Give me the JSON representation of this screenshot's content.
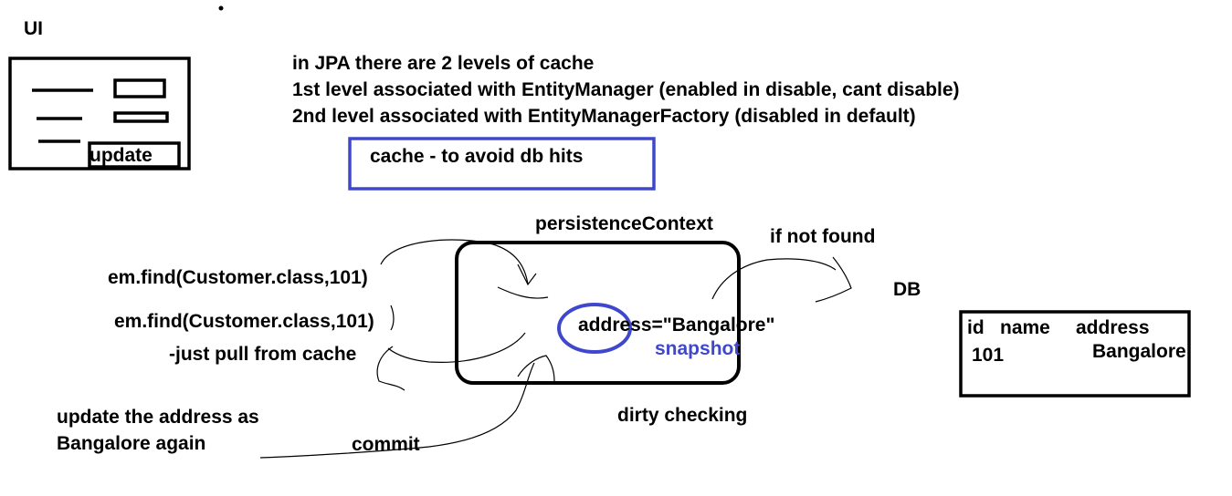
{
  "ui_mock": {
    "title": "UI",
    "update_button": "update"
  },
  "notes": {
    "line1": "in JPA there are 2 levels of cache",
    "line2": "1st level associated with EntityManager (enabled in disable, cant disable)",
    "line3": "2nd level associated with EntityManagerFactory (disabled in default)"
  },
  "cache_box": {
    "text": "cache - to avoid db hits"
  },
  "persistence": {
    "title": "persistenceContext",
    "entry": "address=\"Bangalore\"",
    "snapshot": "snapshot"
  },
  "calls": {
    "find1": "em.find(Customer.class,101)",
    "find2": "em.find(Customer.class,101)",
    "pull": "-just pull from cache"
  },
  "update_note": {
    "line1": "update the address as",
    "line2": "Bangalore again"
  },
  "commit": "commit",
  "dirty": "dirty checking",
  "not_found": "if not found",
  "db": {
    "label": "DB",
    "headers": [
      "id",
      "name",
      "address"
    ],
    "row": [
      "101",
      "Bangalore"
    ]
  },
  "colors": {
    "ink": "#000000",
    "accent": "#3f48cc"
  }
}
